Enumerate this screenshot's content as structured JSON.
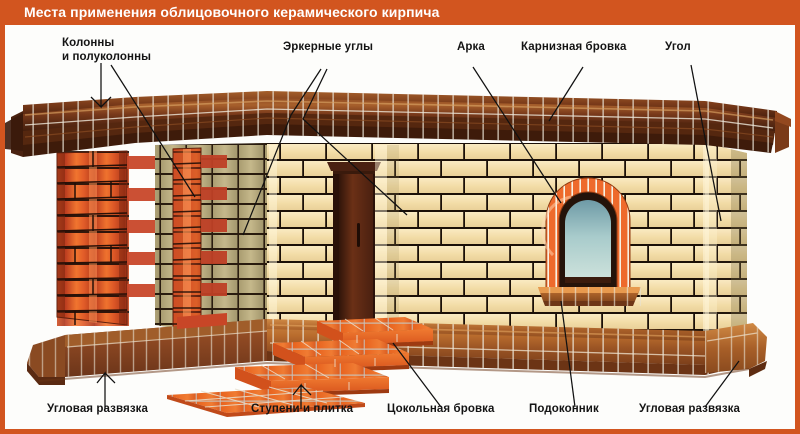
{
  "header": {
    "title": "Места применения облицовочного керамического кирпича",
    "bar_color": "#D2551F"
  },
  "figure": {
    "type": "illustration",
    "subject": "brick-house-facade-cutaway",
    "palette": {
      "accent_orange": "#D2551F",
      "beige_brick": "#F3DFAE",
      "beige_brick_shadow": "#BFB284",
      "red_brick": "#D4502A",
      "red_brick_light": "#F06A2E",
      "cornice_brown": "#6B3418",
      "plinth_brown": "#B9682C",
      "plinth_brown_dark": "#84431D",
      "step_orange": "#E2651F",
      "mortar_dark": "#201007",
      "door_brown": "#5A2A14",
      "glass_teal": "#9FC4C6"
    }
  },
  "labels": {
    "top": [
      {
        "id": "columns",
        "line1": "Колонны",
        "line2": "и полуколонны"
      },
      {
        "id": "bay-corners",
        "line1": "Эркерные углы",
        "line2": ""
      },
      {
        "id": "arch",
        "line1": "Арка",
        "line2": ""
      },
      {
        "id": "cornice-band",
        "line1": "Карнизная бровка",
        "line2": ""
      },
      {
        "id": "corner",
        "line1": "Угол",
        "line2": ""
      }
    ],
    "bottom": [
      {
        "id": "corner-junction-left",
        "text": "Угловая развязка"
      },
      {
        "id": "steps-and-tiles",
        "text": "Ступени и плитка"
      },
      {
        "id": "plinth-band",
        "text": "Цокольная бровка"
      },
      {
        "id": "window-sill",
        "text": "Подоконник"
      },
      {
        "id": "corner-junction-right",
        "text": "Угловая развязка"
      }
    ]
  }
}
